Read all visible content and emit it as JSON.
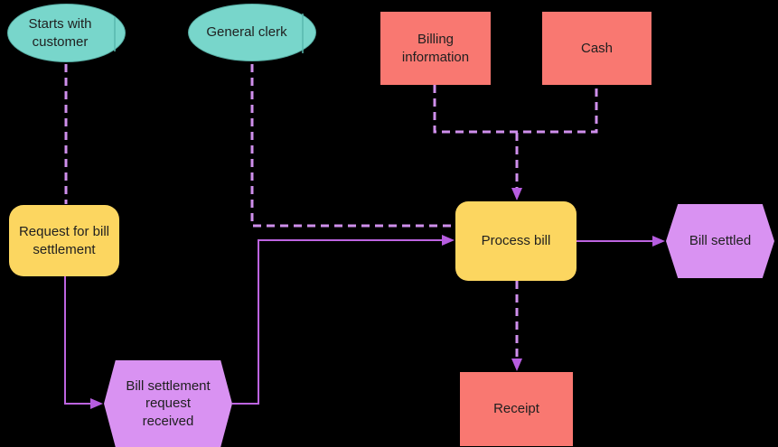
{
  "diagram": {
    "type": "flowchart",
    "nodes": {
      "starts_with_customer": {
        "label": "Starts with customer",
        "shape": "ellipse"
      },
      "general_clerk": {
        "label": "General clerk",
        "shape": "ellipse"
      },
      "billing_information": {
        "label": "Billing information",
        "shape": "rectangle"
      },
      "cash": {
        "label": "Cash",
        "shape": "rectangle"
      },
      "request_for_bill_settlement": {
        "label": "Request for bill settlement",
        "shape": "rounded-rectangle"
      },
      "process_bill": {
        "label": "Process bill",
        "shape": "rounded-rectangle"
      },
      "bill_settled": {
        "label": "Bill settled",
        "shape": "hexagon"
      },
      "bill_settlement_request_received": {
        "label": "Bill settlement request received",
        "shape": "hexagon"
      },
      "receipt": {
        "label": "Receipt",
        "shape": "rectangle"
      }
    },
    "edges": [
      {
        "from": "Starts with customer",
        "to": "Request for bill settlement",
        "style": "dashed",
        "arrowhead": false
      },
      {
        "from": "General clerk",
        "to": "Process bill",
        "style": "dashed",
        "arrowhead": false
      },
      {
        "from": "Billing information",
        "to": "Process bill",
        "style": "dashed",
        "arrowhead": true,
        "merged_with": "Cash"
      },
      {
        "from": "Cash",
        "to": "Process bill",
        "style": "dashed",
        "arrowhead": true,
        "merged_with": "Billing information"
      },
      {
        "from": "Request for bill settlement",
        "to": "Bill settlement request received",
        "style": "solid",
        "arrowhead": true
      },
      {
        "from": "Bill settlement request received",
        "to": "Process bill",
        "style": "solid",
        "arrowhead": true
      },
      {
        "from": "Process bill",
        "to": "Bill settled",
        "style": "solid",
        "arrowhead": true
      },
      {
        "from": "Process bill",
        "to": "Receipt",
        "style": "dashed",
        "arrowhead": true
      }
    ]
  },
  "colors": {
    "background": "#000000",
    "ellipse_fill": "#78d6cb",
    "ellipse_inner_line": "#58b7ae",
    "rect_fill": "#f97871",
    "rounded_fill": "#fcd660",
    "hexagon_fill": "#d992f2",
    "dashed_line": "#cf8fec",
    "solid_line": "#bd64e0",
    "arrowhead": "#b75de0",
    "text": "#1f1f1f"
  }
}
